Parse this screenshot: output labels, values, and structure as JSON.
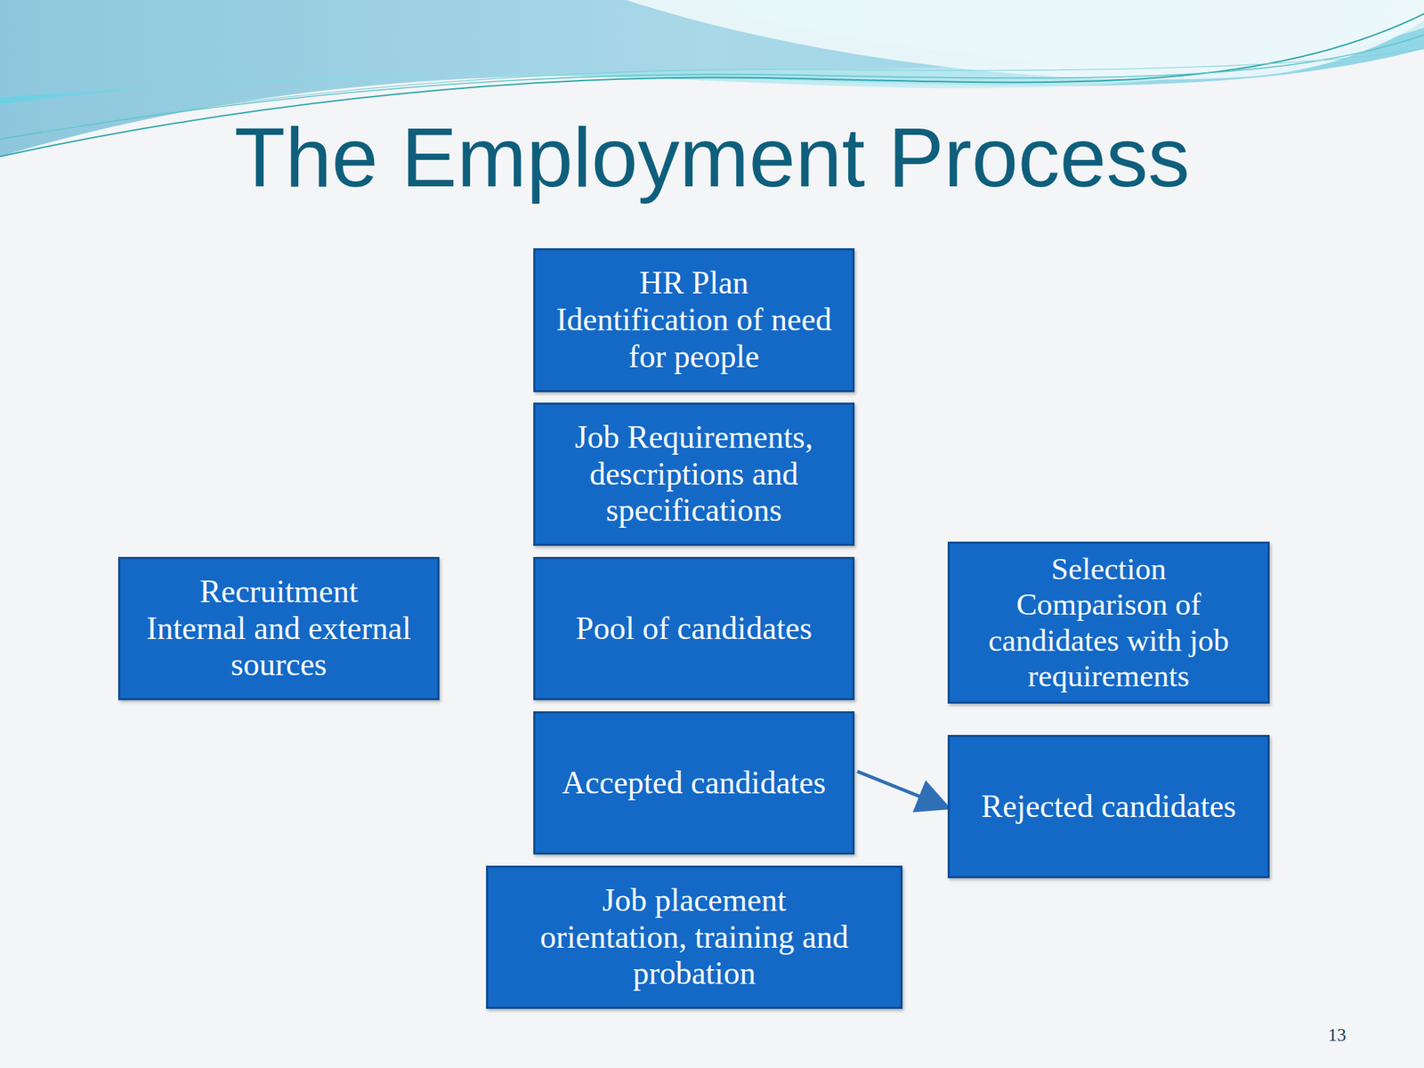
{
  "diagram": {
    "title": "The Employment Process",
    "nodes": [
      {
        "text": [
          "HR Plan",
          "Identification of need for people"
        ]
      },
      {
        "text": [
          "Job Requirements, descriptions and specifications"
        ]
      },
      {
        "text": [
          "Recruitment",
          "Internal and external sources"
        ]
      },
      {
        "text": [
          "Pool of candidates"
        ]
      },
      {
        "text": [
          "Selection",
          "Comparison of candidates with job requirements"
        ]
      },
      {
        "text": [
          "Accepted candidates"
        ]
      },
      {
        "text": [
          "Rejected candidates"
        ]
      },
      {
        "text": [
          "Job placement",
          "orientation, training and probation"
        ]
      }
    ],
    "edges": [
      {
        "from": 5,
        "to": 6,
        "arrow": "to"
      }
    ],
    "labels": [
      "13"
    ]
  }
}
